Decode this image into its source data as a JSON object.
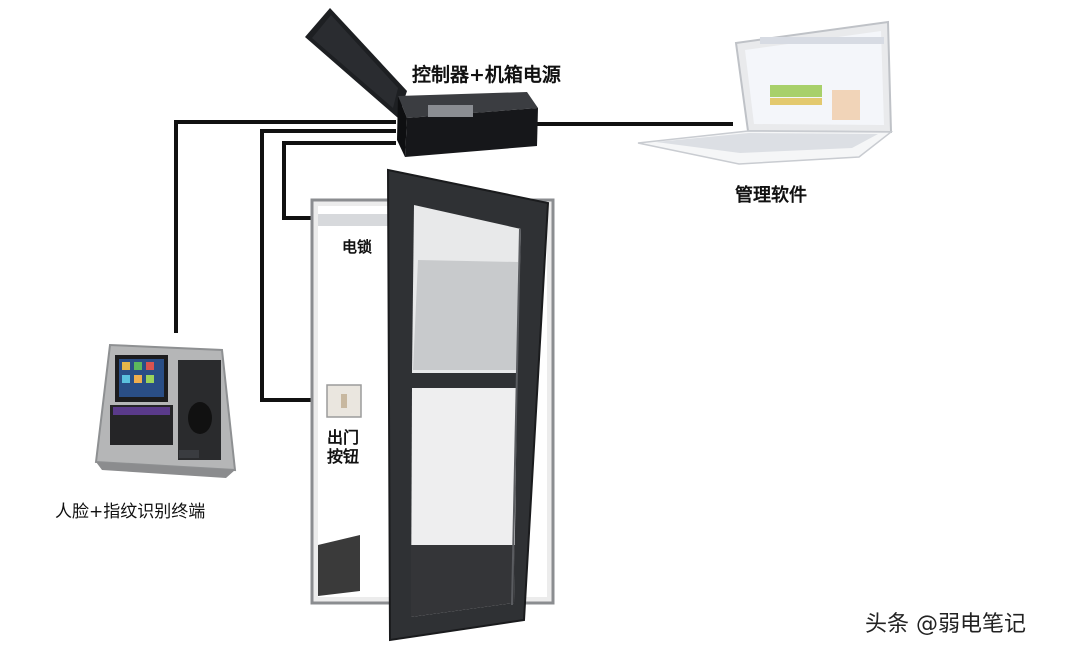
{
  "labels": {
    "controller": "控制器+机箱电源",
    "software": "管理软件",
    "electric_lock": "电锁",
    "exit_button_line1": "出门",
    "exit_button_line2": "按钮",
    "terminal": "人脸+指纹识别终端"
  },
  "watermark": "头条 @弱电笔记",
  "colors": {
    "cable": "#111111",
    "door_frame": "#3a3c40",
    "background": "#ffffff"
  }
}
